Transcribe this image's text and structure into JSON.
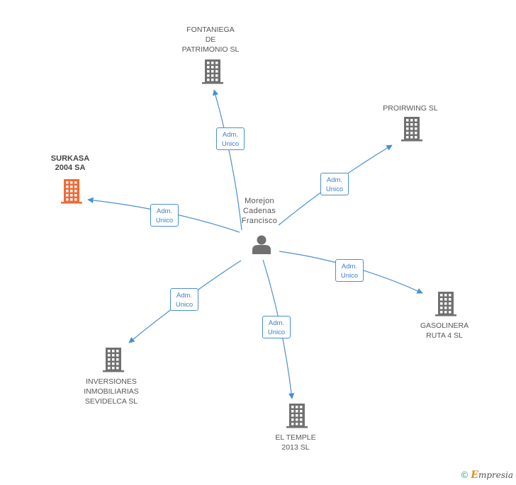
{
  "center": {
    "name_lines": [
      "Morejon",
      "Cadenas",
      "Francisco"
    ],
    "icon": "person-icon"
  },
  "colors": {
    "edge": "#4a8fd4",
    "building": "#707070",
    "highlight": "#f26a35"
  },
  "relation_label": [
    "Adm.",
    "Unico"
  ],
  "companies": [
    {
      "id": "fontaniega",
      "lines": [
        "FONTANIEGA",
        "DE",
        "PATRIMONIO SL"
      ],
      "highlight": false
    },
    {
      "id": "proirwing",
      "lines": [
        "PROIRWING SL"
      ],
      "highlight": false
    },
    {
      "id": "surkasa",
      "lines": [
        "SURKASA",
        "2004 SA"
      ],
      "highlight": true
    },
    {
      "id": "gasolinera",
      "lines": [
        "GASOLINERA",
        "RUTA 4 SL"
      ],
      "highlight": false
    },
    {
      "id": "el-temple",
      "lines": [
        "EL TEMPLE",
        "2013 SL"
      ],
      "highlight": false
    },
    {
      "id": "inversiones",
      "lines": [
        "INVERSIONES",
        "INMOBILIARIAS",
        "SEVIDELCA SL"
      ],
      "highlight": false
    }
  ],
  "footer": {
    "copyright": "©",
    "brand_initial": "E",
    "brand_rest": "mpresia"
  }
}
